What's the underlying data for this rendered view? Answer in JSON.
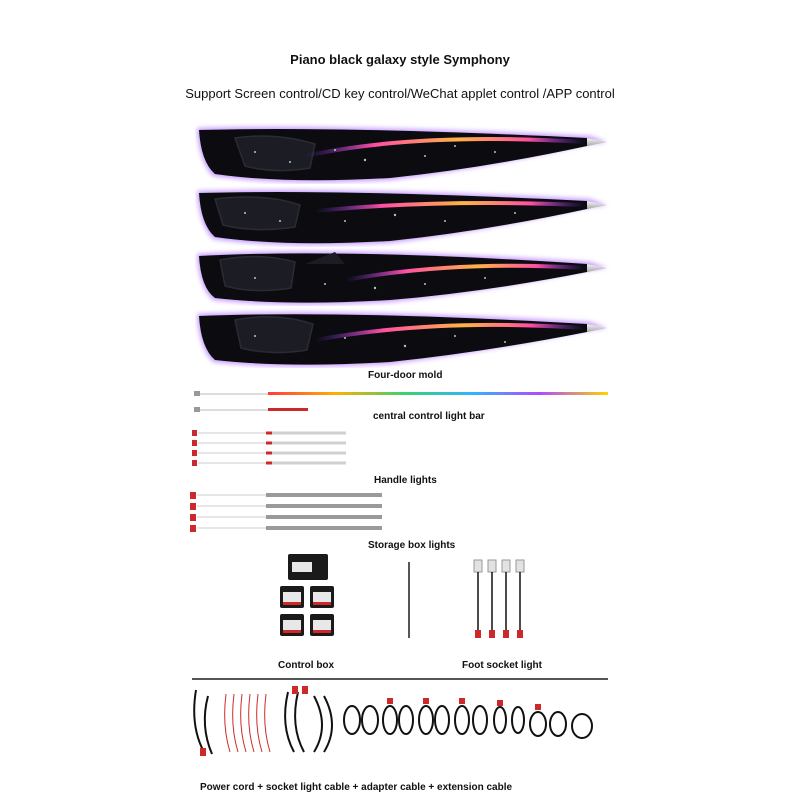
{
  "header": {
    "title": "Piano black galaxy style Symphony",
    "subtitle": "Support Screen control/CD key control/WeChat applet control /APP control"
  },
  "sections": {
    "four_door_mold": "Four-door mold",
    "central_control_light_bar": "central control light bar",
    "handle_lights": "Handle lights",
    "storage_box_lights": "Storage box lights",
    "control_box": "Control box",
    "foot_socket_light": "Foot socket light",
    "cables": "Power cord + socket light cable + adapter cable + extension cable"
  },
  "colors": {
    "panel_black": "#0b0b10",
    "glow_purple": "#9b4dff",
    "streak_orange": "#ff9a3c",
    "streak_pink": "#ff4fa3",
    "connector_red": "#cc2a2a"
  }
}
